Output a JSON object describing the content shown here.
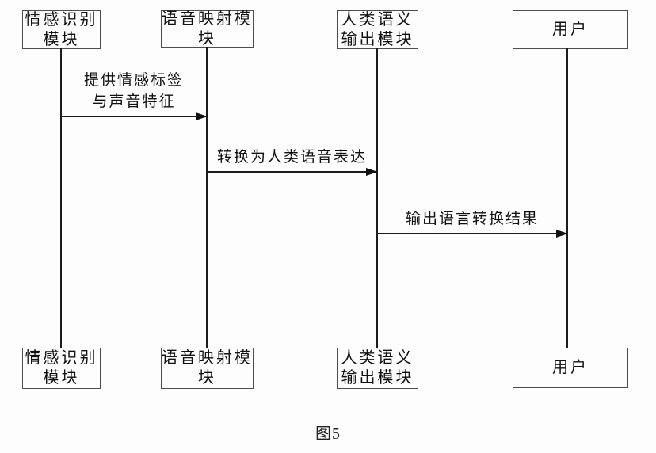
{
  "diagram": {
    "type": "sequence",
    "caption": "图5",
    "actors": [
      {
        "label": "情感识别\n模块"
      },
      {
        "label": "语音映射模\n块"
      },
      {
        "label": "人类语义\n输出模块"
      },
      {
        "label": "用户"
      }
    ],
    "messages": [
      {
        "from": "情感识别模块",
        "to": "语音映射模块",
        "label": "提供情感标签\n与声音特征"
      },
      {
        "from": "语音映射模块",
        "to": "人类语义输出模块",
        "label": "转换为人类语音表达"
      },
      {
        "from": "人类语义输出模块",
        "to": "用户",
        "label": "输出语言转换结果"
      }
    ],
    "colors": {
      "line": "#1c1c1c",
      "box_border": "#4d4d4d",
      "text": "#111111",
      "background": "#fdfdfd"
    }
  }
}
